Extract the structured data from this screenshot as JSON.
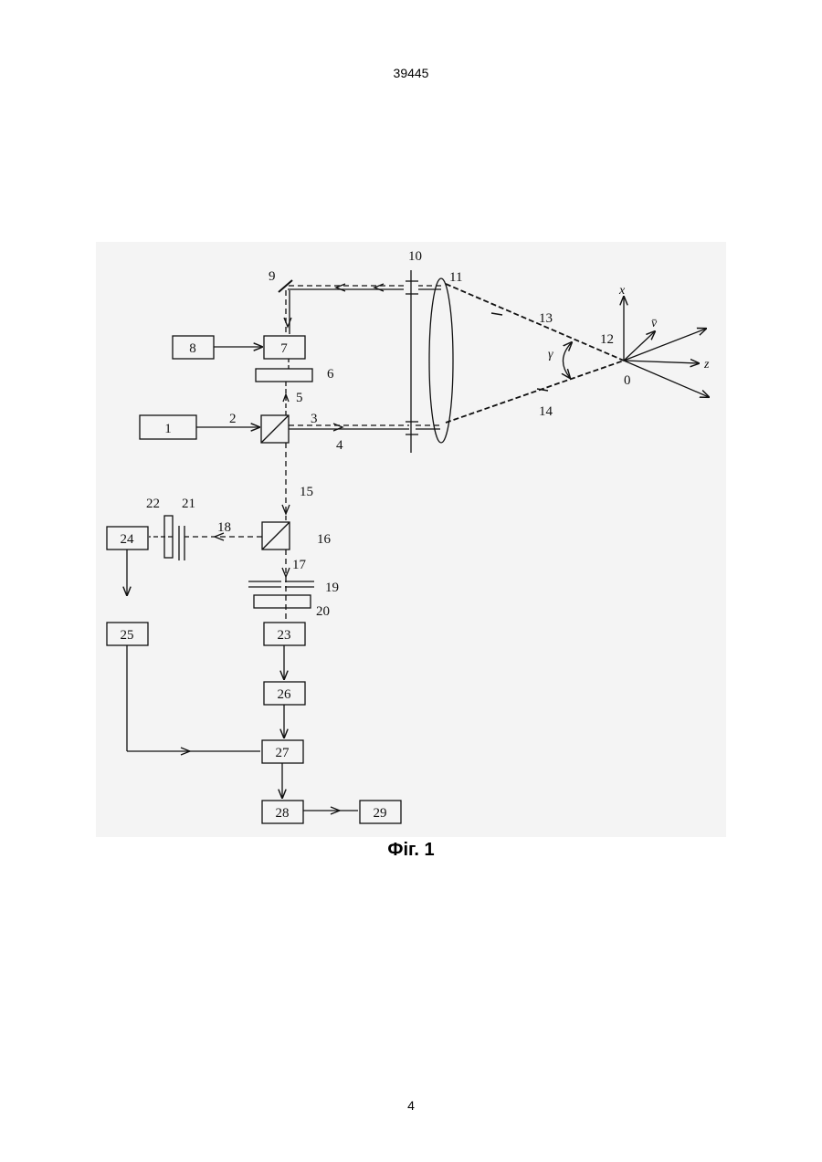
{
  "header": {
    "doc_number": "39445"
  },
  "footer": {
    "page_number": "4"
  },
  "figure": {
    "caption": "Фіг. 1",
    "blocks": {
      "b1": "1",
      "b7": "7",
      "b8": "8",
      "b23": "23",
      "b24": "24",
      "b25": "25",
      "b26": "26",
      "b27": "27",
      "b28": "28",
      "b29": "29"
    },
    "labels": {
      "l2": "2",
      "l3": "3",
      "l4": "4",
      "l5": "5",
      "l6": "6",
      "l9": "9",
      "l10": "10",
      "l11": "11",
      "l12": "12",
      "l13": "13",
      "l14": "14",
      "l15": "15",
      "l16": "16",
      "l17": "17",
      "l18": "18",
      "l19": "19",
      "l20": "20",
      "l21": "21",
      "l22": "22",
      "l0": "0"
    },
    "axes": {
      "x": "x",
      "z": "z",
      "v": "v̄",
      "gamma": "γ"
    }
  }
}
